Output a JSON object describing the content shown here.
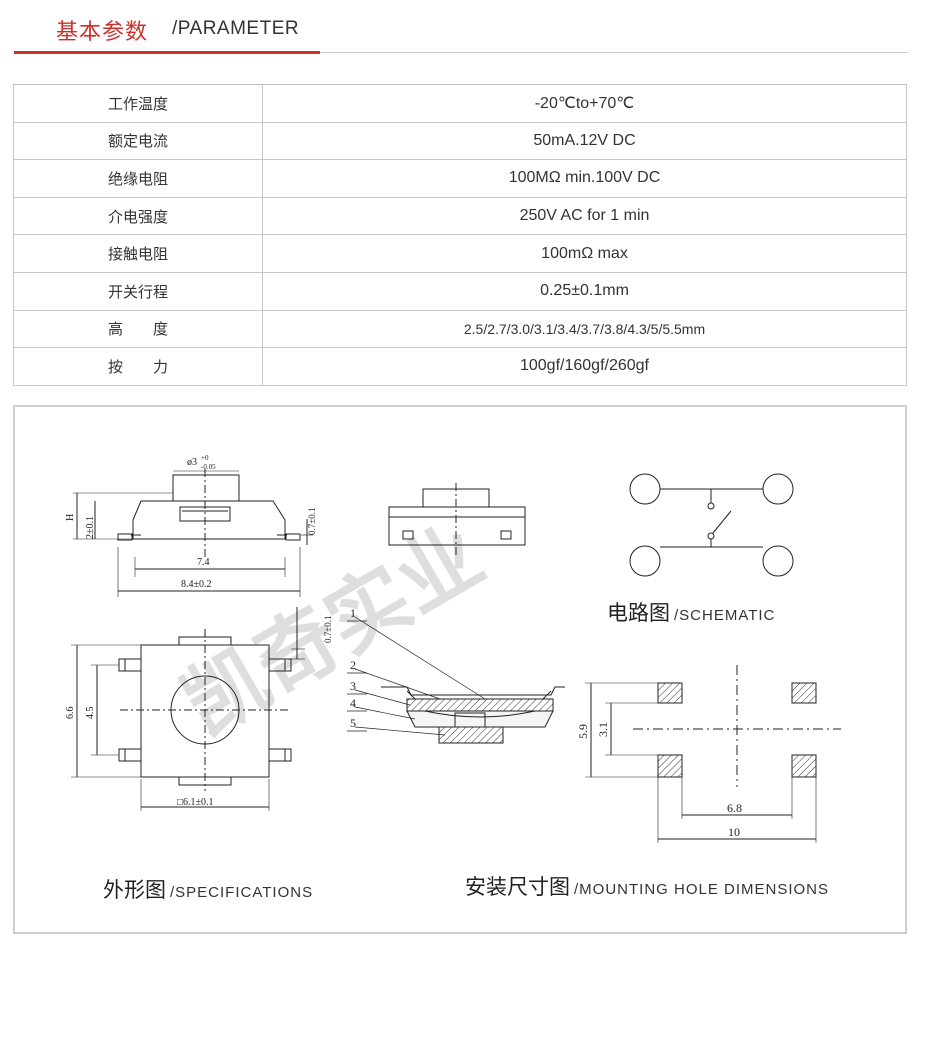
{
  "header": {
    "title_cn": "基本参数",
    "title_en": "/PARAMETER"
  },
  "params": [
    {
      "key": "工作温度",
      "value": "-20℃to+70℃"
    },
    {
      "key": "额定电流",
      "value": "50mA.12V DC"
    },
    {
      "key": "绝缘电阻",
      "value": "100MΩ min.100V DC"
    },
    {
      "key": "介电强度",
      "value": "250V AC for 1 min"
    },
    {
      "key": "接触电阻",
      "value": "100mΩ max"
    },
    {
      "key": "开关行程",
      "value": "0.25±0.1mm"
    },
    {
      "key": "高　　度",
      "value": "2.5/2.7/3.0/3.1/3.4/3.7/3.8/4.3/5/5.5mm"
    },
    {
      "key": "按　　力",
      "value": "100gf/160gf/260gf"
    }
  ],
  "captions": {
    "schematic_cn": "电路图",
    "schematic_en": "/SCHEMATIC",
    "specs_cn": "外形图",
    "specs_en": "/SPECIFICATIONS",
    "mount_cn": "安装尺寸图",
    "mount_en": "/MOUNTING HOLE DIMENSIONS"
  },
  "watermark": "凯奇实业",
  "dimensions": {
    "d1": "ø3",
    "d1_tol_top": "+0",
    "d1_tol_bot": "-0.05",
    "H": "H",
    "h2": "2±0.1",
    "h3": "0.7±0.1",
    "w74": "7.4",
    "w84": "8.4±0.2",
    "top_right": "0.7±0.1",
    "h66": "6.6",
    "h45": "4.5",
    "sq": "□6.1±0.1",
    "n1": "1",
    "n2": "2",
    "n3": "3",
    "n4": "4",
    "n5": "5",
    "m59": "5.9",
    "m31": "3.1",
    "m68": "6.8",
    "m10": "10"
  },
  "colors": {
    "accent": "#d0302b",
    "border": "#c9c9c9",
    "watermark": "#d9d9d9"
  }
}
